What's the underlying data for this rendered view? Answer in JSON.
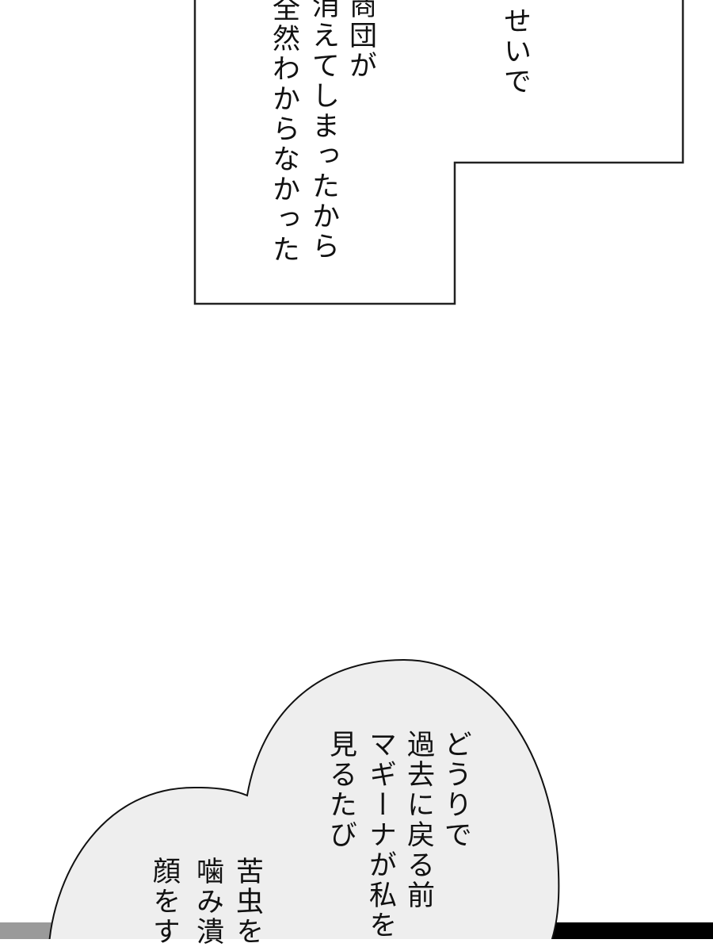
{
  "colors": {
    "panel_border": "#222222",
    "bubble_fill": "#eeeeee",
    "band": "#000000",
    "text": "#111111"
  },
  "narration_box": {
    "columns": [
      "せいで",
      "商団が",
      "消えてしまったから",
      "全然わからなかった"
    ]
  },
  "thought_bubble": {
    "columns": [
      "どうりで",
      "過去に戻る前",
      "マギーナが私を",
      "見るたび",
      "苦虫を",
      "噛み潰",
      "顔をす"
    ]
  }
}
